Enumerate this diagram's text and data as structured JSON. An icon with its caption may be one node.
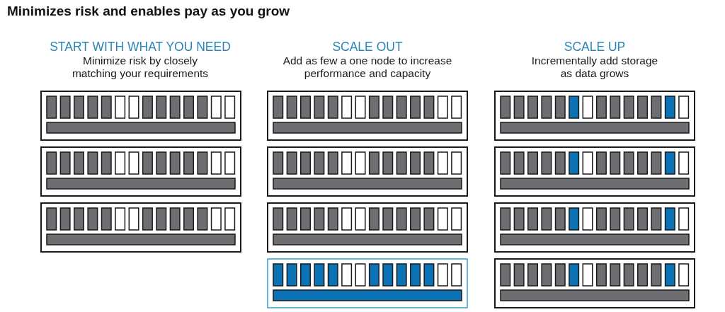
{
  "diagram": {
    "title": "Minimizes risk and enables pay as you grow",
    "labels": [
      "START WITH WHAT YOU NEED",
      "Minimize risk by closely matching your requirements",
      "SCALE OUT",
      "Add as few a one node to increase performance and capacity",
      "SCALE UP",
      "Incrementally add storage as data grows"
    ]
  }
}
